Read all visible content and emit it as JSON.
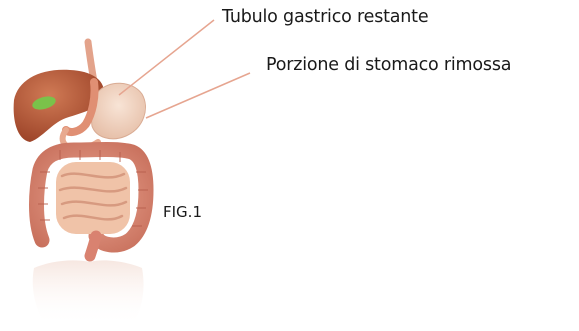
{
  "labels": {
    "remaining_gastric_tube": "Tubulo gastrico restante",
    "removed_stomach_portion": "Porzione di stomaco rimossa",
    "figure_number": "FIG.1"
  },
  "colors": {
    "leader_line": "#e6a590",
    "liver": "#b55a3a",
    "gallbladder": "#7ac24a",
    "stomach_remaining": "#e8a48c",
    "stomach_removed": "#f1d7c5",
    "large_intestine": "#dd8e7a",
    "small_intestine": "#f0c3a8",
    "text": "#1a1a1a"
  }
}
